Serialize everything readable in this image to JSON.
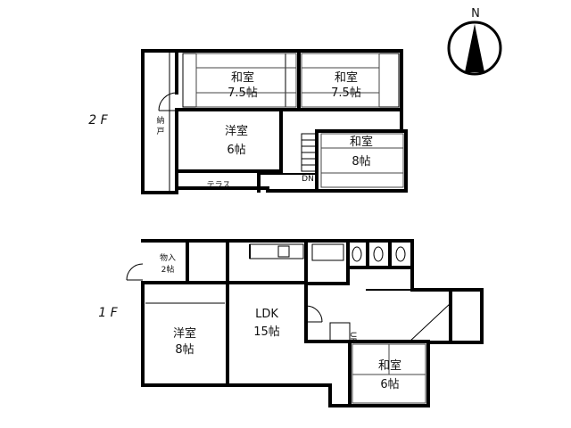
{
  "compass": {
    "label": "N",
    "icon": "north-arrow-icon"
  },
  "floors": {
    "second": {
      "label": "2 F",
      "rooms": {
        "washitsu_nw": {
          "name": "和室",
          "size": "7.5帖"
        },
        "washitsu_ne": {
          "name": "和室",
          "size": "7.5帖"
        },
        "youshitsu": {
          "name": "洋室",
          "size": "6帖"
        },
        "washitsu_e": {
          "name": "和室",
          "size": "8帖"
        },
        "nando": {
          "name1": "納",
          "name2": "戸"
        },
        "terrace": {
          "name": "テラス"
        }
      },
      "stair_label": "DN"
    },
    "first": {
      "label": "1 F",
      "rooms": {
        "storage": {
          "name": "物入",
          "size": "2帖"
        },
        "youshitsu": {
          "name": "洋室",
          "size": "8帖"
        },
        "ldk": {
          "name": "LDK",
          "size": "15帖"
        },
        "washitsu": {
          "name": "和室",
          "size": "6帖"
        }
      },
      "stair_label": "UP"
    }
  }
}
